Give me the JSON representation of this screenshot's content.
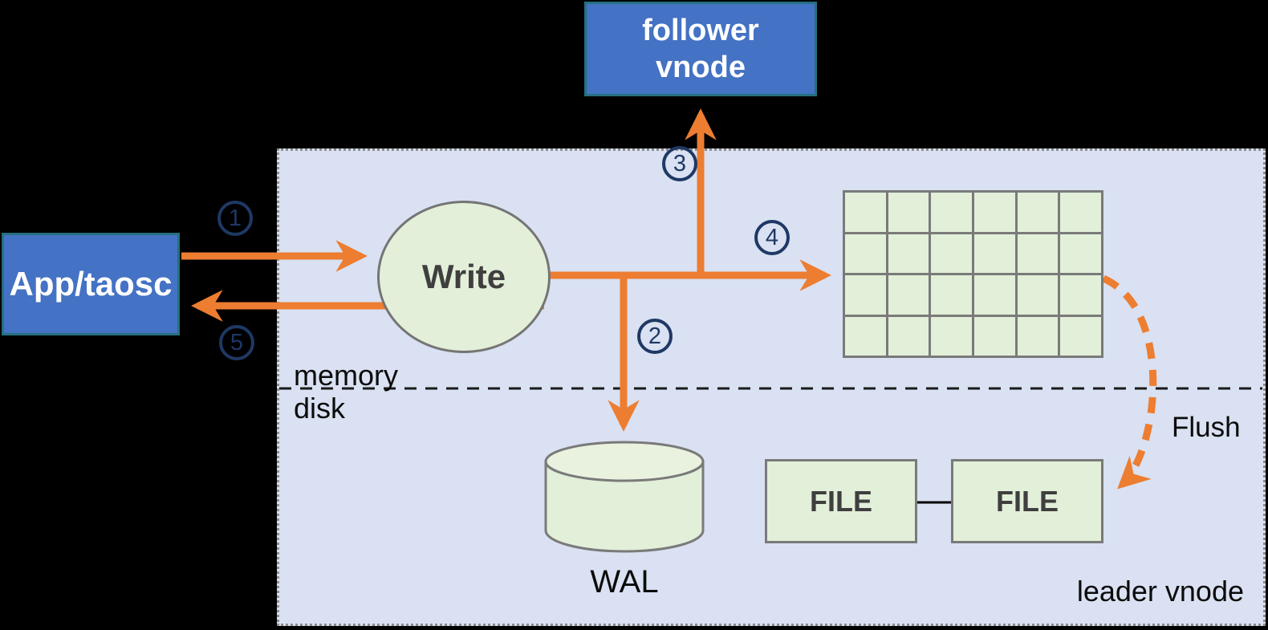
{
  "nodes": {
    "follower_vnode": "follower vnode",
    "app": "App/taosc",
    "write": "Write",
    "wal": "WAL",
    "file_left": "FILE",
    "file_right": "FILE",
    "leader_vnode": "leader vnode",
    "memory": "memory",
    "disk": "disk",
    "flush": "Flush"
  },
  "steps": [
    "1",
    "2",
    "3",
    "4",
    "5"
  ],
  "memtable": {
    "rows": 4,
    "cols": 6
  },
  "edges": [
    {
      "step": "1",
      "from": "App/taosc",
      "to": "Write"
    },
    {
      "step": "2",
      "from": "Write",
      "to": "WAL"
    },
    {
      "step": "3",
      "from": "Write",
      "to": "follower vnode"
    },
    {
      "step": "4",
      "from": "Write",
      "to": "memtable"
    },
    {
      "step": "5",
      "from": "Write",
      "to": "App/taosc"
    },
    {
      "step": "Flush",
      "from": "memtable",
      "to": "FILE",
      "style": "dashed"
    }
  ],
  "colors": {
    "background": "#000000",
    "panel_fill": "#d9e1f2",
    "panel_border": "#8c8c8c",
    "node_blue_fill": "#4472c4",
    "node_blue_border": "#266f80",
    "green_fill": "#e2efd9",
    "green_border": "#7a7a7a",
    "arrow_orange": "#ed7d31",
    "step_navy": "#1f3864",
    "text_dark": "#3f3f3f"
  }
}
